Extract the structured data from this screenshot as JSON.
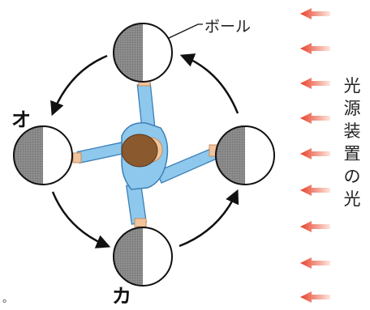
{
  "labels": {
    "ball": "ボール",
    "position_o": "オ",
    "position_ka": "カ",
    "light_source": [
      "光",
      "源",
      "装",
      "置",
      "の",
      "光"
    ],
    "stray_mark": "。"
  },
  "colors": {
    "arrow_red": "#e8402a",
    "shirt": "#8ec8ec",
    "hair": "#8a5a2e",
    "ball_shadow": "#7a7a7a"
  },
  "icons": [
    "red-light-arrow-icon",
    "circular-arrow-icon"
  ]
}
